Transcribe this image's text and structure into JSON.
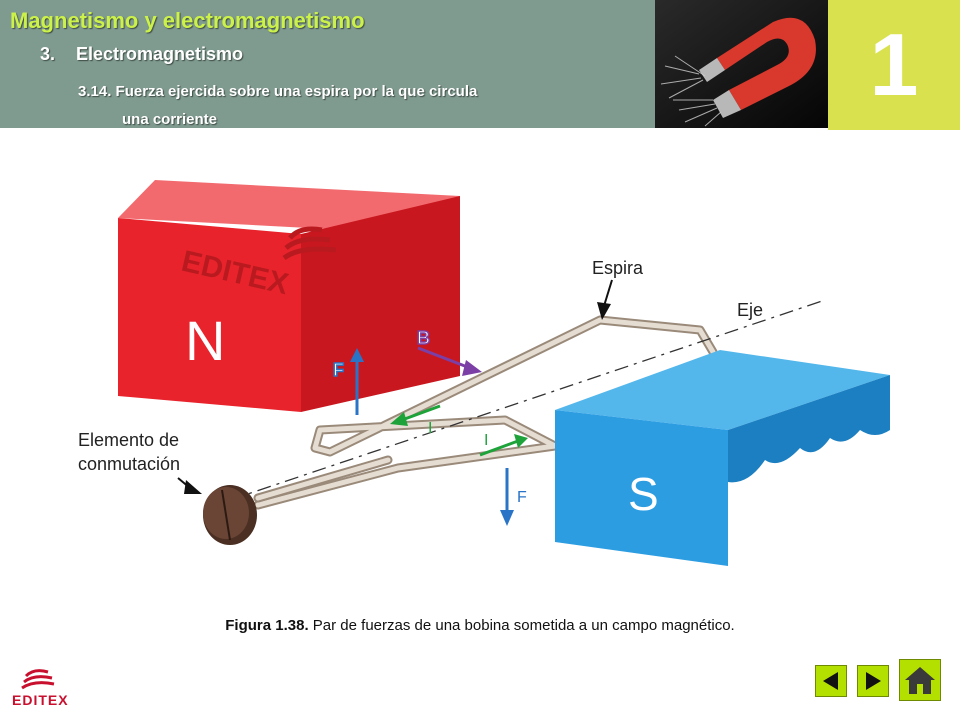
{
  "header": {
    "title": "Magnetismo y electromagnetismo",
    "section_number": "3.",
    "section_title": "Electromagnetismo",
    "subsection_line1": "3.14. Fuerza ejercida sobre una espira por la que circula",
    "subsection_line2": "una corriente",
    "chapter_number": "1"
  },
  "figure": {
    "pole_north": "N",
    "pole_south": "S",
    "brand_on_magnet": "EDITEX",
    "label_espira": "Espira",
    "label_eje": "Eje",
    "label_b": "B",
    "label_f_up": "F",
    "label_f_down": "F",
    "label_i_top": "I",
    "label_i_bottom": "I",
    "label_switch_line1": "Elemento de",
    "label_switch_line2": "conmutación",
    "caption_bold": "Figura 1.38.",
    "caption_text": " Par de fuerzas de una bobina sometida a un campo magnético."
  },
  "footer": {
    "logo_text": "EDITEX"
  },
  "colors": {
    "header_bg": "#7f9a8f",
    "title": "#ccf24a",
    "chapter_bg": "#d9e14f",
    "north_pole": "#e8232c",
    "south_pole": "#2d9de2",
    "nav_button": "#b4e000"
  },
  "icons": {
    "prev": "triangle-left-icon",
    "next": "triangle-right-icon",
    "home": "home-icon"
  }
}
